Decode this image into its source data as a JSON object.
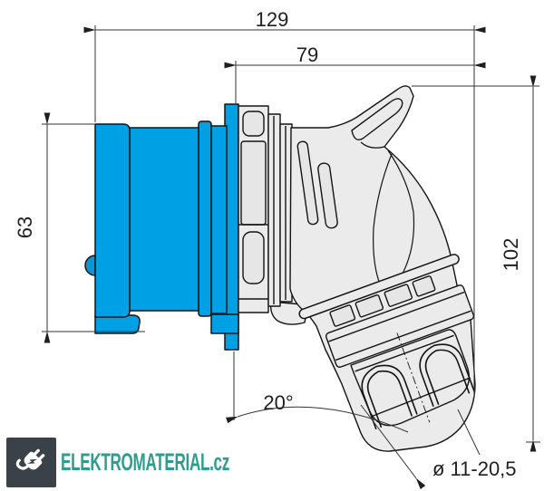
{
  "drawing": {
    "dims": {
      "overall_length": "129",
      "housing_length": "79",
      "flange_size": "63",
      "height": "102",
      "angle": "20°",
      "cable_range": "ø 11-20,5"
    },
    "colors": {
      "socket_blue": "#00A0E4",
      "socket_blue_dark": "#0996D6",
      "housing_grey": "#EBEBEB",
      "panel_grey": "#E6E6E6",
      "line_dark": "#141414",
      "dim_line": "#333333"
    }
  },
  "watermark": {
    "brand": "ELEKTROMATERIAL.cz",
    "brand_color": "#2E9C8E",
    "badge_color": "#3A4149",
    "icon": "plug-icon"
  }
}
